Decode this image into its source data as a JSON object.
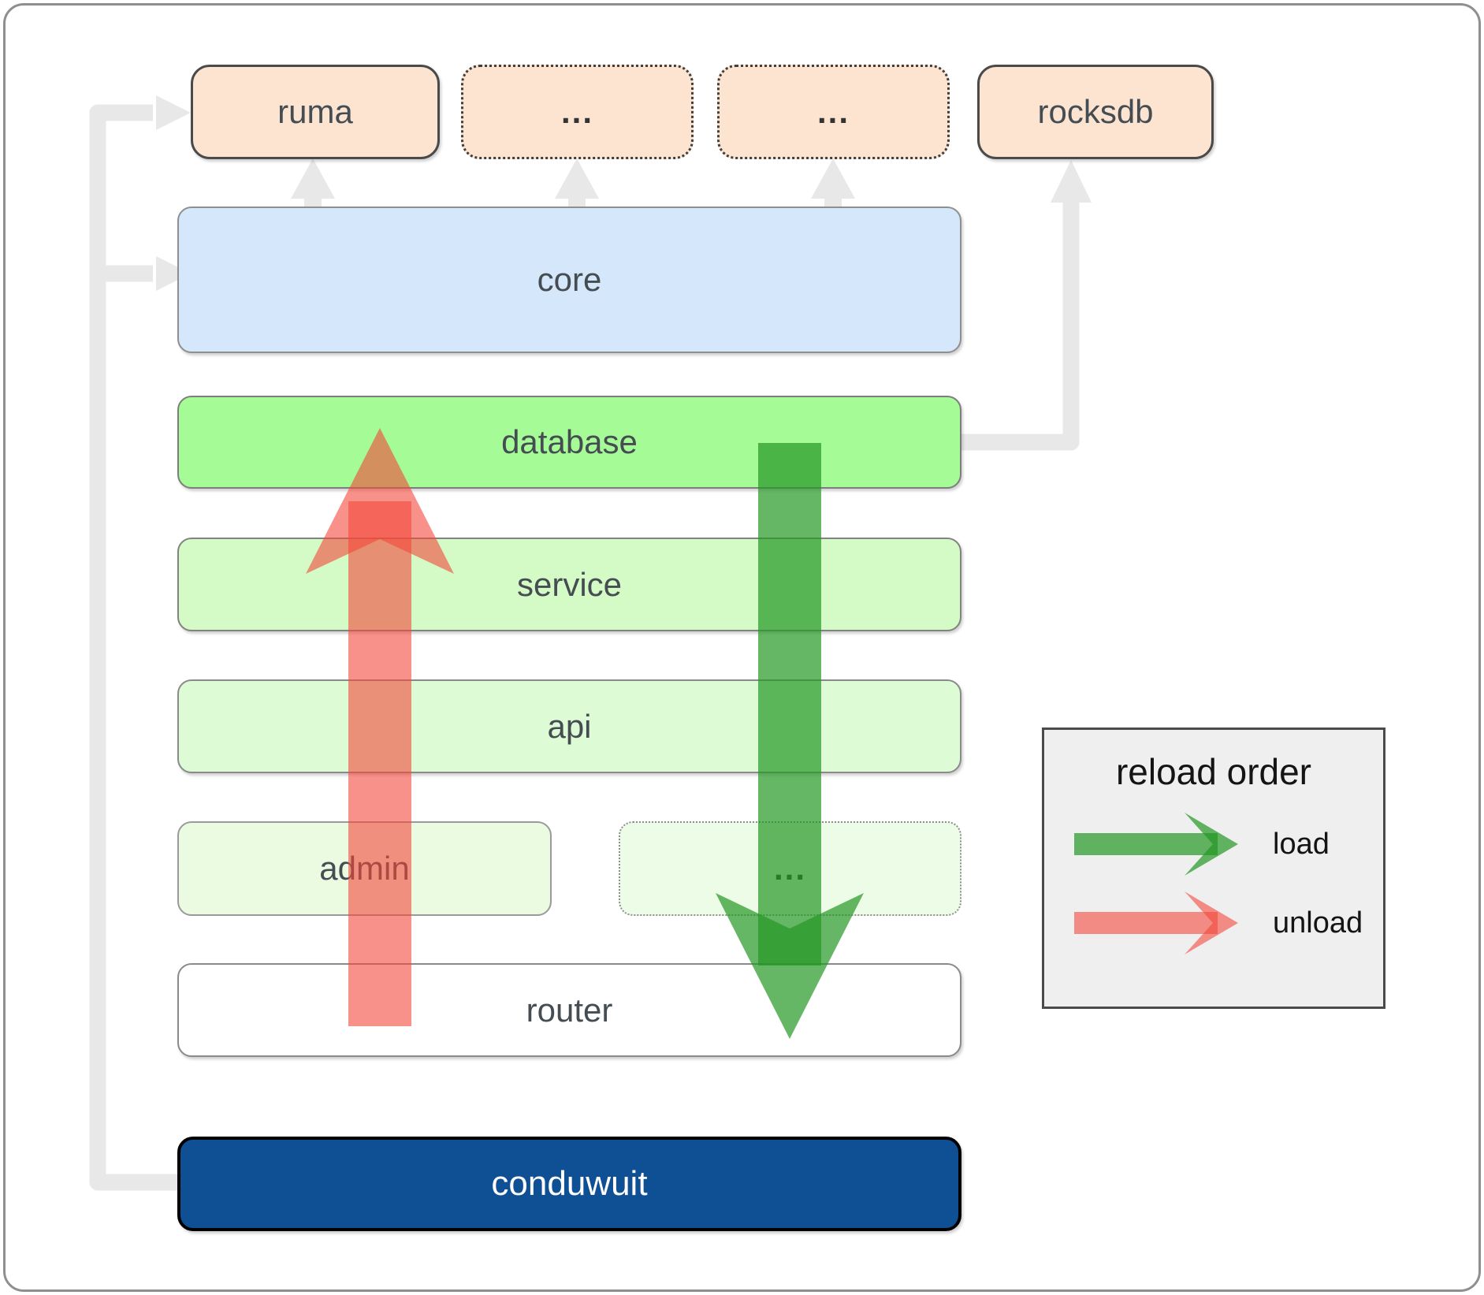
{
  "diagram": {
    "top_row": [
      {
        "label": "ruma",
        "border": "solid"
      },
      {
        "label": "...",
        "border": "dotted"
      },
      {
        "label": "...",
        "border": "dotted"
      },
      {
        "label": "rocksdb",
        "border": "solid"
      }
    ],
    "layers": {
      "core": {
        "label": "core",
        "fill": "#d5e7fa"
      },
      "database": {
        "label": "database",
        "fill": "#a5fb96"
      },
      "service": {
        "label": "service",
        "fill": "#d4fbc5"
      },
      "api": {
        "label": "api",
        "fill": "#ddfcd5"
      },
      "admin": {
        "label": "admin",
        "fill": "#eafbe2"
      },
      "admin_dots": {
        "label": "...",
        "fill": "#edfce7"
      },
      "router": {
        "label": "router",
        "fill": "#ffffff"
      },
      "app": {
        "label": "conduwuit",
        "fill": "#0f4f94"
      }
    },
    "connectors": {
      "color": "#e8e8e8",
      "links": [
        "conduwuit -> ruma",
        "conduwuit -> core",
        "core -> ruma",
        "core -> ... (left)",
        "core -> ... (right)",
        "database -> rocksdb"
      ]
    },
    "flow_arrows": [
      {
        "name": "load",
        "direction": "down",
        "color": "#239723",
        "from": "database",
        "to": "router"
      },
      {
        "name": "unload",
        "direction": "up",
        "color": "#f4473a",
        "from": "router",
        "to": "database"
      }
    ]
  },
  "legend": {
    "title": "reload order",
    "items": [
      {
        "label": "load",
        "color": "#239723"
      },
      {
        "label": "unload",
        "color": "#f4473a"
      }
    ]
  }
}
